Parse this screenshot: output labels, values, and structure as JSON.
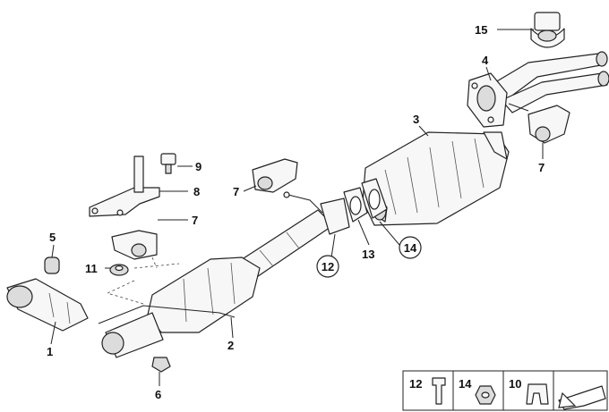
{
  "diagram": {
    "callouts": [
      {
        "id": "c1",
        "label": "1"
      },
      {
        "id": "c2",
        "label": "2"
      },
      {
        "id": "c3",
        "label": "3"
      },
      {
        "id": "c4",
        "label": "4"
      },
      {
        "id": "c5",
        "label": "5"
      },
      {
        "id": "c6",
        "label": "6"
      },
      {
        "id": "c7a",
        "label": "7"
      },
      {
        "id": "c7b",
        "label": "7"
      },
      {
        "id": "c7c",
        "label": "7"
      },
      {
        "id": "c8",
        "label": "8"
      },
      {
        "id": "c9",
        "label": "9"
      },
      {
        "id": "c11",
        "label": "11"
      },
      {
        "id": "c12",
        "label": "12"
      },
      {
        "id": "c13",
        "label": "13"
      },
      {
        "id": "c14",
        "label": "14"
      },
      {
        "id": "c15",
        "label": "15"
      }
    ],
    "legend": [
      {
        "label": "12"
      },
      {
        "label": "14"
      },
      {
        "label": "10"
      }
    ]
  }
}
